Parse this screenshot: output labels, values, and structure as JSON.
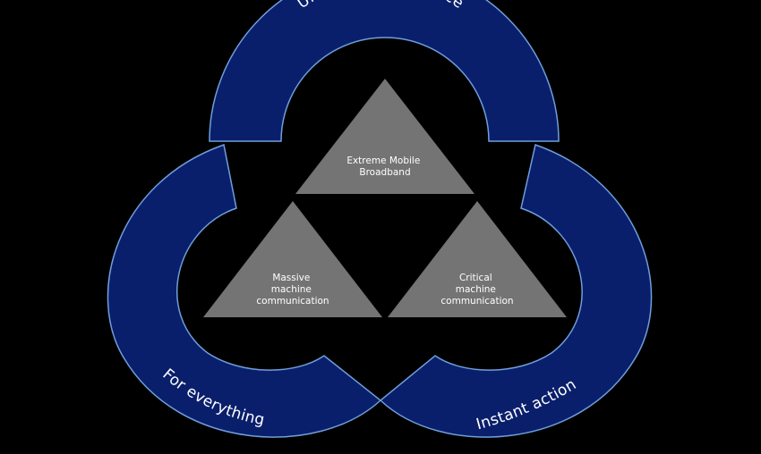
{
  "colors": {
    "background": "#000000",
    "arc_fill": "#0a1f6b",
    "arc_stroke": "#6f9fdc",
    "triangle_fill": "#747474",
    "text": "#ffffff"
  },
  "arcs": {
    "top": {
      "label": "Unlimited Experience"
    },
    "left": {
      "label": "For everything"
    },
    "right": {
      "label": "Instant action"
    }
  },
  "triangles": {
    "top": {
      "lines": [
        "Extreme Mobile",
        "Broadband"
      ]
    },
    "left": {
      "lines": [
        "Massive",
        "machine",
        "communication"
      ]
    },
    "right": {
      "lines": [
        "Critical",
        "machine",
        "communication"
      ]
    }
  }
}
